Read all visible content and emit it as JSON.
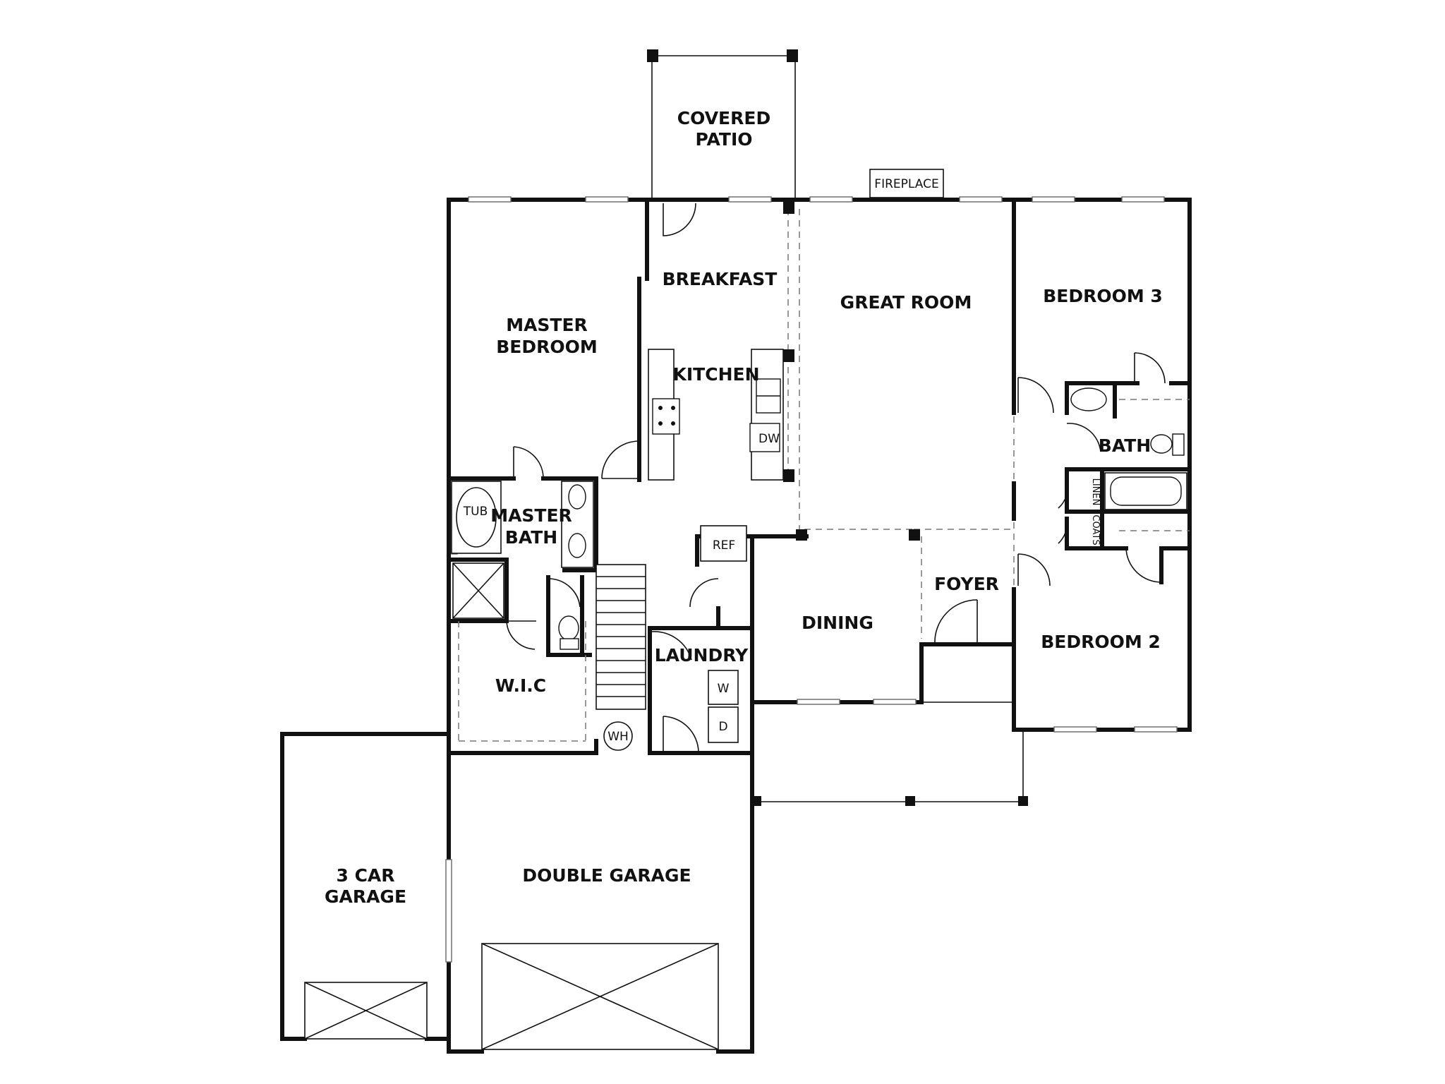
{
  "rooms": {
    "covered_patio": [
      "COVERED",
      "PATIO"
    ],
    "fireplace": "FIREPLACE",
    "breakfast": "BREAKFAST",
    "great_room": "GREAT ROOM",
    "bedroom_3": "BEDROOM 3",
    "master_bedroom": [
      "MASTER",
      "BEDROOM"
    ],
    "kitchen": "KITCHEN",
    "dw": "DW",
    "bath": "BATH",
    "tub": "TUB",
    "master_bath": [
      "MASTER",
      "BATH"
    ],
    "linen": "LINEN",
    "coats": "COATS",
    "ref": "REF",
    "foyer": "FOYER",
    "dining": "DINING",
    "bedroom_2": "BEDROOM 2",
    "laundry": "LAUNDRY",
    "washer": "W",
    "dryer": "D",
    "wic": "W.I.C",
    "wh": "WH",
    "three_car_garage": [
      "3 CAR",
      "GARAGE"
    ],
    "double_garage": "DOUBLE GARAGE"
  },
  "colors": {
    "wall": "#111111",
    "dashed": "#777777",
    "background": "#ffffff"
  }
}
